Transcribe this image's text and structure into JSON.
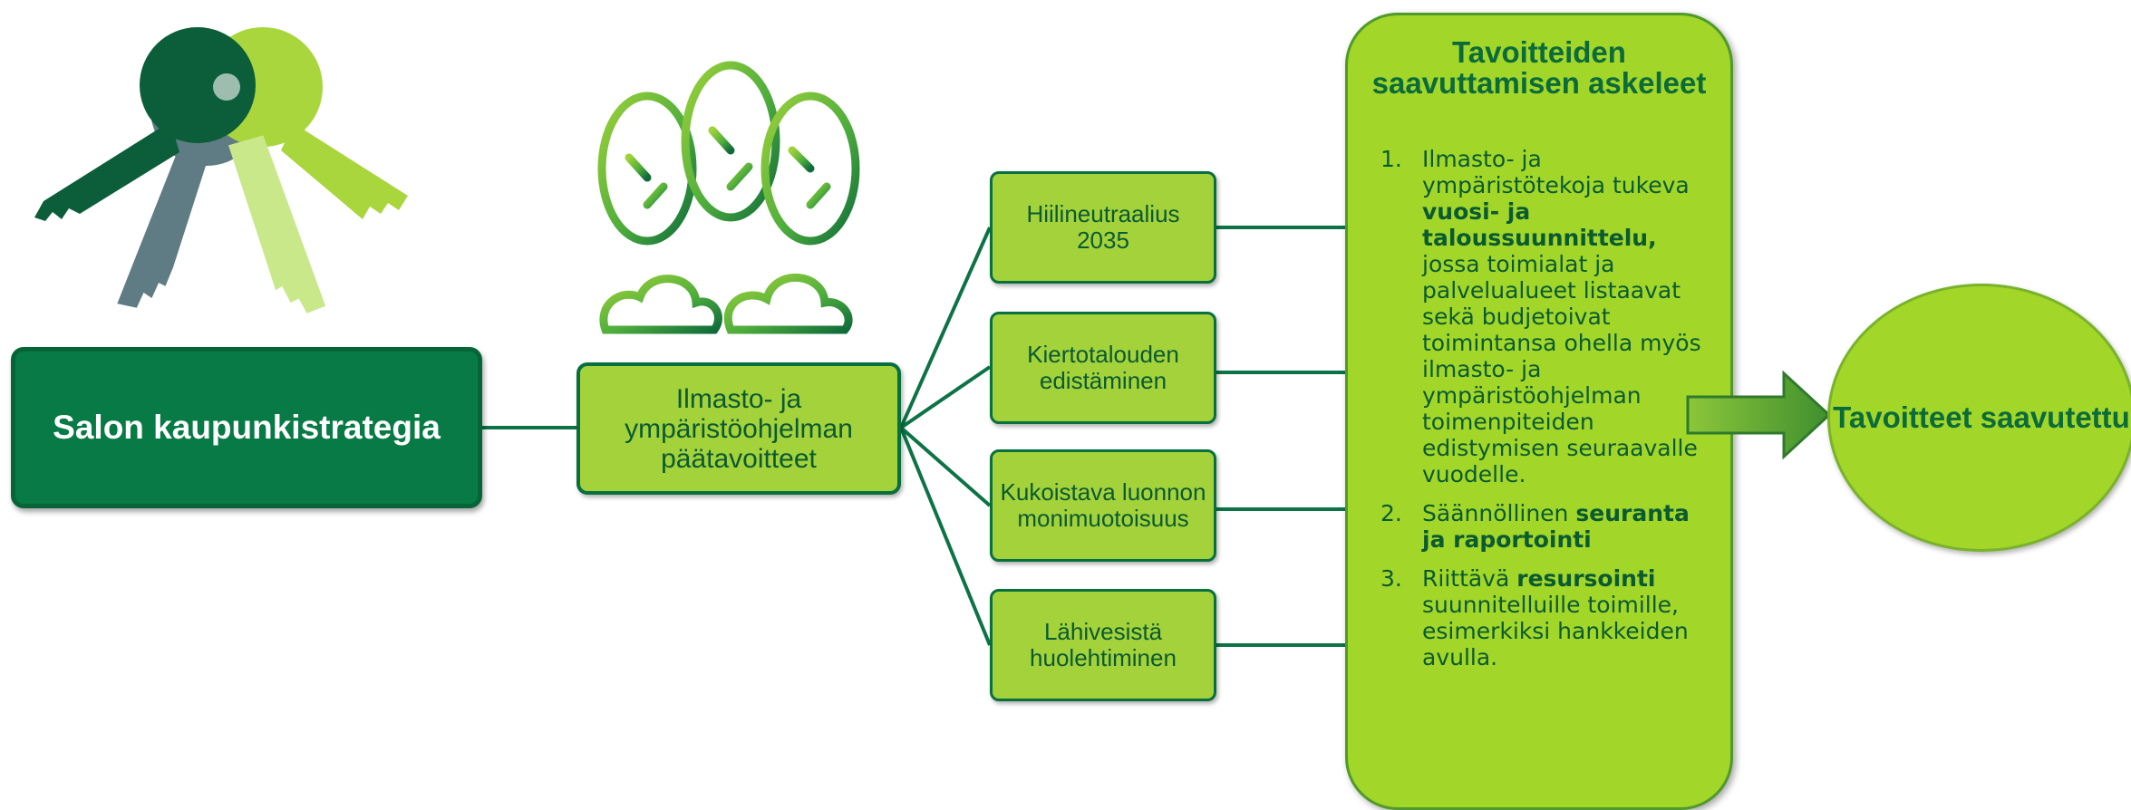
{
  "strategy": {
    "label": "Salon kaupunkistrategia"
  },
  "program": {
    "label": "Ilmasto- ja ympäristöohjelman päätavoitteet"
  },
  "goals": [
    {
      "label": "Hiilineutraalius 2035"
    },
    {
      "label": "Kiertotalouden edistäminen"
    },
    {
      "label": "Kukoistava luonnon monimuotoisuus"
    },
    {
      "label": "Lähivesistä huolehtiminen"
    }
  ],
  "steps": {
    "title": "Tavoitteiden saavuttamisen askeleet",
    "items": [
      {
        "number": "1.",
        "text_before": "Ilmasto- ja ympäristötekoja tukeva ",
        "bold": "vuosi- ja taloussuunnittelu,",
        "text_after": " jossa toimialat ja palvelualueet listaavat sekä budjetoivat toimintansa ohella myös ilmasto- ja ympäristöohjelman toimenpiteiden edistymisen seuraavalle vuodelle."
      },
      {
        "number": "2.",
        "text_before": "Säännöllinen ",
        "bold": "seuranta ja raportointi",
        "text_after": ""
      },
      {
        "number": "3.",
        "text_before": "Riittävä ",
        "bold": "resursointi",
        "text_after": " suunnitelluille toimille, esimerkiksi hankkeiden avulla."
      }
    ]
  },
  "result": {
    "label": "Tavoitteet saavutettu"
  },
  "icons": {
    "keys": "keys-icon",
    "trees": "trees-icon",
    "arrow": "right-arrow-icon"
  },
  "colors": {
    "dark_green": "#087a45",
    "light_green": "#a3d23a",
    "text_green": "#0a5a32",
    "connector": "#0d7346"
  }
}
